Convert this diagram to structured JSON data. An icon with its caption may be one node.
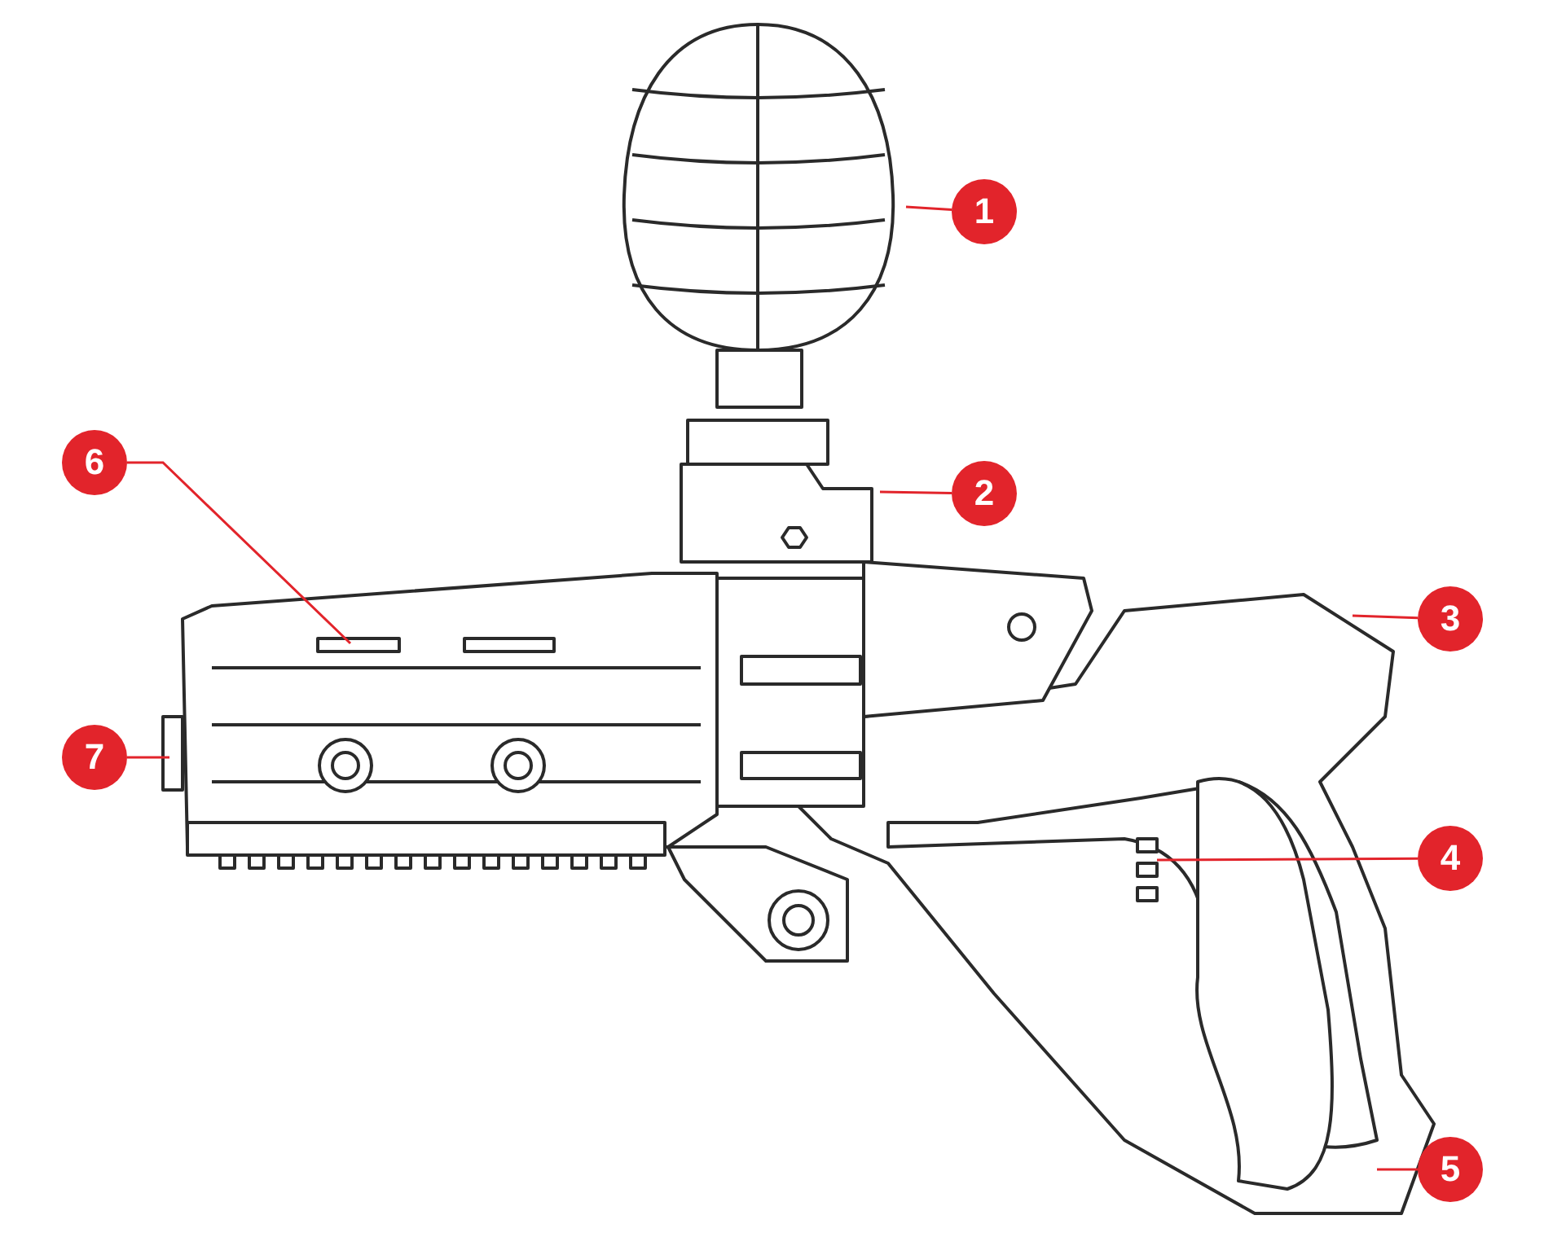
{
  "diagram": {
    "nodes": [
      {
        "text": [
          "1"
        ]
      },
      {
        "text": [
          "2"
        ]
      },
      {
        "text": [
          "3"
        ]
      },
      {
        "text": [
          "4"
        ]
      },
      {
        "text": [
          "5"
        ]
      },
      {
        "text": [
          "6"
        ]
      },
      {
        "text": [
          "7"
        ]
      }
    ],
    "edges": [
      {
        "from": 0,
        "to": null,
        "arrow": "none"
      },
      {
        "from": 1,
        "to": null,
        "arrow": "none"
      },
      {
        "from": 2,
        "to": null,
        "arrow": "none"
      },
      {
        "from": 3,
        "to": null,
        "arrow": "none"
      },
      {
        "from": 4,
        "to": null,
        "arrow": "none"
      },
      {
        "from": 5,
        "to": null,
        "arrow": "none"
      },
      {
        "from": 6,
        "to": null,
        "arrow": "none"
      }
    ]
  }
}
